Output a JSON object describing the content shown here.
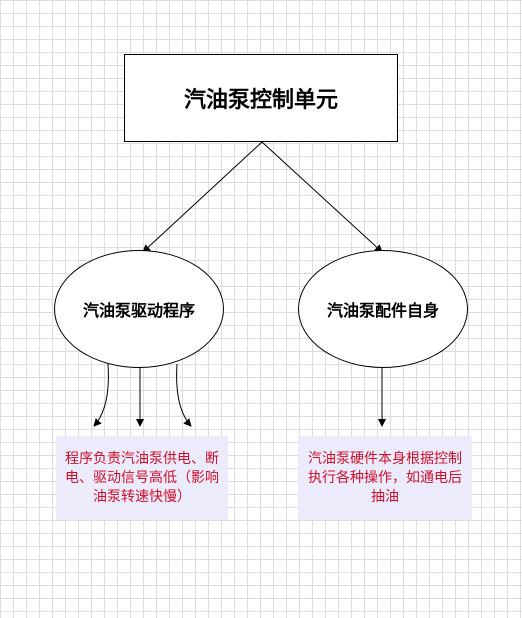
{
  "nodes": {
    "top": {
      "label": "汽油泵控制单元"
    },
    "left": {
      "label": "汽油泵驱动程序"
    },
    "right": {
      "label": "汽油泵配件自身"
    }
  },
  "notes": {
    "left": {
      "text": "程序负责汽油泵供电、断电、驱动信号高低（影响油泵转速快慢）"
    },
    "right": {
      "text": "汽油泵硬件本身根据控制执行各种操作，如通电后抽油"
    }
  },
  "colors": {
    "note_text": "#d0102a",
    "note_background": "#ebebfb",
    "grid": "#dddddd"
  }
}
